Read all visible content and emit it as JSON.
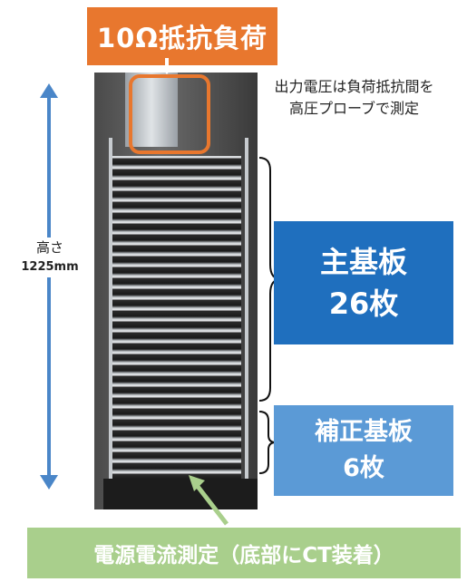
{
  "load_label": "10Ω抵抗負荷",
  "measurement_note": {
    "line1": "出力電圧は負荷抵抗間を",
    "line2": "高圧プローブで測定"
  },
  "height": {
    "label": "高さ",
    "value": "1225mm"
  },
  "main_boards": {
    "line1": "主基板",
    "line2": "26枚"
  },
  "correction_boards": {
    "line1": "補正基板",
    "line2": "6枚"
  },
  "current_measurement": "電源電流測定（底部にCT装着）",
  "colors": {
    "orange": "#e8772e",
    "main_blue": "#1f6fbe",
    "corr_blue": "#5b9ad6",
    "green": "#a9cf8c",
    "arrow_blue": "#4a86c8"
  }
}
